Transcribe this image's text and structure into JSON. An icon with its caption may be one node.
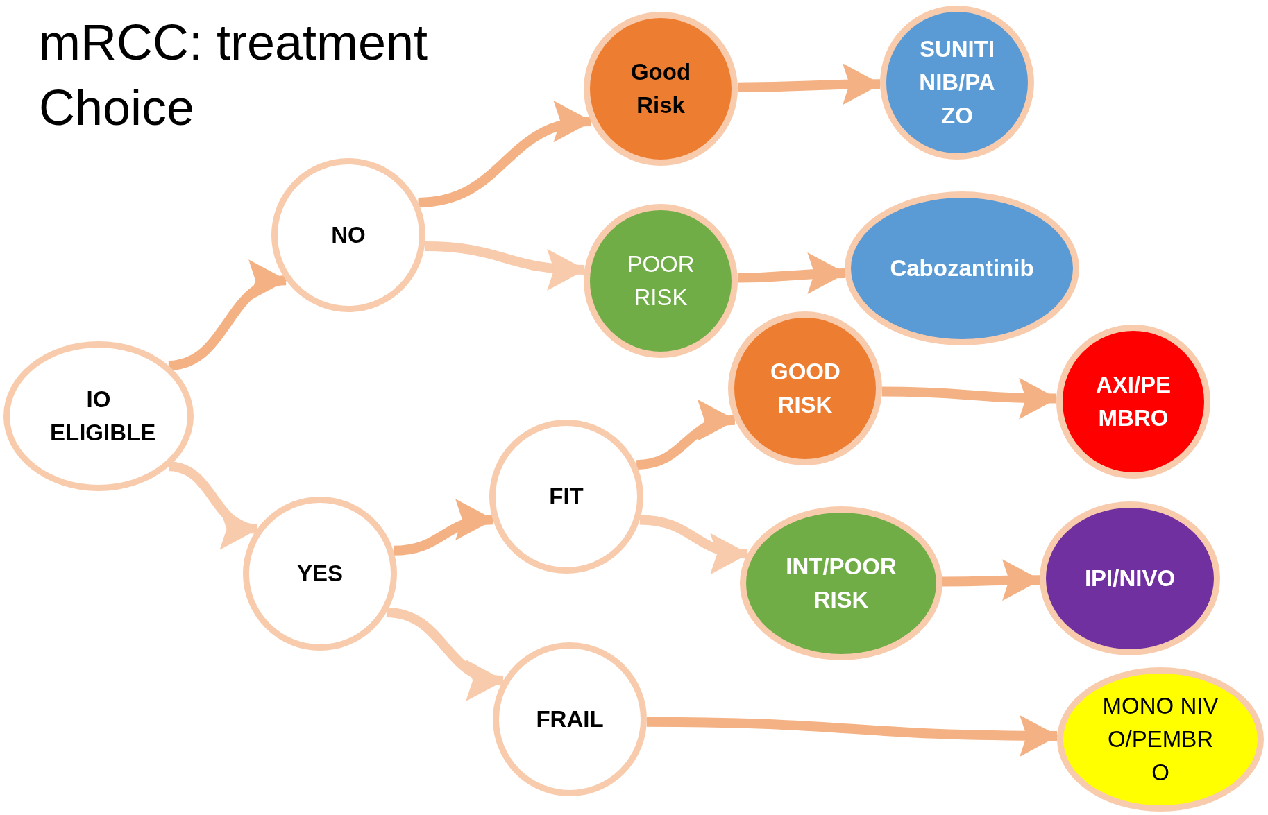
{
  "diagram": {
    "title": "mRCC: treatment Choice",
    "nodes": [
      {
        "text": [
          "IO ELIGIBLE"
        ]
      },
      {
        "text": [
          "NO"
        ]
      },
      {
        "text": [
          "YES"
        ]
      },
      {
        "text": [
          "Good Risk"
        ]
      },
      {
        "text": [
          "POOR RISK"
        ]
      },
      {
        "text": [
          "FIT"
        ]
      },
      {
        "text": [
          "FRAIL"
        ]
      },
      {
        "text": [
          "GOOD RISK"
        ]
      },
      {
        "text": [
          "INT/POOR RISK"
        ]
      },
      {
        "text": [
          "SUNITINIB/PAZO"
        ]
      },
      {
        "text": [
          "Cabozantinib"
        ]
      },
      {
        "text": [
          "AXI/PEMBRO"
        ]
      },
      {
        "text": [
          "IPI/NIVO"
        ]
      },
      {
        "text": [
          "MONO NIVO/PEMBRO"
        ]
      }
    ],
    "edges": [
      {
        "from": 0,
        "to": 1,
        "arrow": "to"
      },
      {
        "from": 0,
        "to": 2,
        "arrow": "to",
        "color": "#f8cbad"
      },
      {
        "from": 1,
        "to": 3,
        "arrow": "to"
      },
      {
        "from": 1,
        "to": 4,
        "arrow": "to",
        "color": "#f8cbad"
      },
      {
        "from": 2,
        "to": 5,
        "arrow": "to"
      },
      {
        "from": 2,
        "to": 6,
        "arrow": "to",
        "color": "#f8cbad"
      },
      {
        "from": 5,
        "to": 7,
        "arrow": "to"
      },
      {
        "from": 5,
        "to": 8,
        "arrow": "to",
        "color": "#f8cbad"
      },
      {
        "from": 3,
        "to": 9,
        "arrow": "to"
      },
      {
        "from": 4,
        "to": 10,
        "arrow": "to"
      },
      {
        "from": 7,
        "to": 11,
        "arrow": "to"
      },
      {
        "from": 8,
        "to": 12,
        "arrow": "to"
      },
      {
        "from": 6,
        "to": 13,
        "arrow": "to"
      }
    ]
  }
}
